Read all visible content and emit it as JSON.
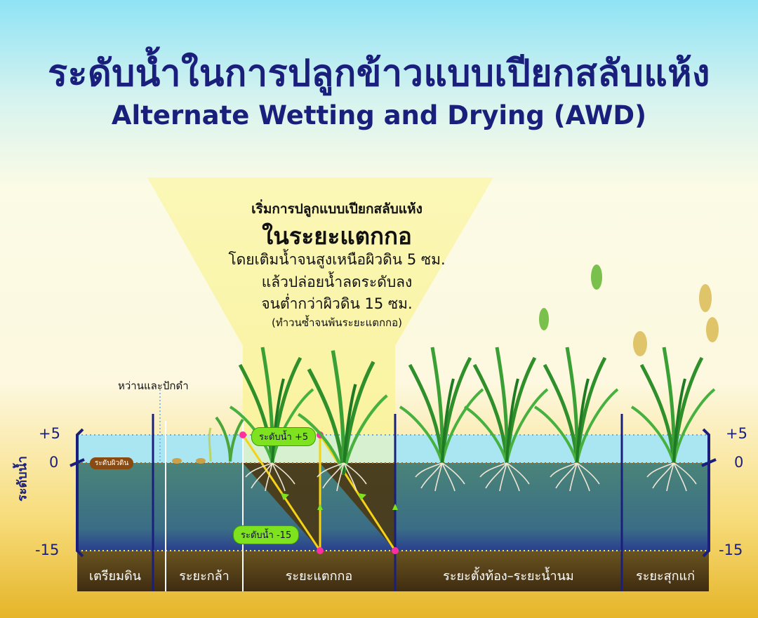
{
  "title": {
    "th": "ระดับน้ำในการปลูกข้าวแบบเปียกสลับแห้ง",
    "en": "Alternate Wetting and Drying (AWD)"
  },
  "callout": {
    "line1": "เริ่มการปลูกแบบเปียกสลับแห้ง",
    "line2": "ในระยะแตกกอ",
    "line3": "โดยเติมน้ำจนสูงเหนือผิวดิน  5 ซม.",
    "line4": "แล้วปล่อยน้ำลดระดับลง",
    "line5": "จนต่ำกว่าผิวดิน 15 ซม.",
    "line6": "(ทำวนซ้ำจนพ้นระยะแตกกอ)"
  },
  "sowing_label": "หว่านและปักดำ",
  "axis": {
    "label": "ระดับน้ำ",
    "ticks": [
      "+5",
      "0",
      "-15"
    ]
  },
  "soil_surface_label": "ระดับผิวดิน",
  "water_level_labels": {
    "high": "ระดับน้ำ +5",
    "low": "ระดับน้ำ -15"
  },
  "stages": [
    {
      "label": "เตรียมดิน"
    },
    {
      "label": "ระยะกล้า"
    },
    {
      "label": "ระยะแตกกอ"
    },
    {
      "label": "ระยะตั้งท้อง–ระยะน้ำนม"
    },
    {
      "label": "ระยะสุกแก่"
    }
  ],
  "colors": {
    "title": "#1a1f7c",
    "water": "#a9e6f2",
    "soil": "#4f8478",
    "cycle_line": "#f5d216",
    "pill": "#7ee21f",
    "marker": "#ff2f9f"
  },
  "icons": {
    "rice_plant": "rice-plant-icon",
    "rice_seed": "rice-seed-icon"
  }
}
